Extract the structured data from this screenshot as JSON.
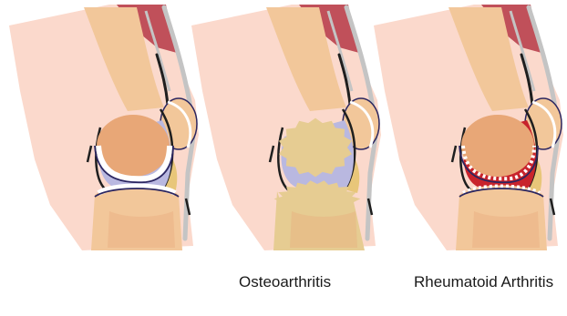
{
  "panels": [
    {
      "condition": "healthy",
      "caption": ""
    },
    {
      "condition": "osteoarthritis",
      "caption": "Osteoarthritis"
    },
    {
      "condition": "rheumatoid-arthritis",
      "caption": "Rheumatoid Arthritis"
    }
  ],
  "colors": {
    "skin": "#fbd9cc",
    "bone": "#f2c79a",
    "bone_shade": "#e8a777",
    "cartilage": "#ffffff",
    "membrane": "#b9b8e0",
    "outline": "#2b2660",
    "muscle": "#c0505a",
    "tendon": "#c4c4c4",
    "fat": "#e8c679",
    "worn_bone": "#e6cc92",
    "inflamed": "#c8232c"
  }
}
